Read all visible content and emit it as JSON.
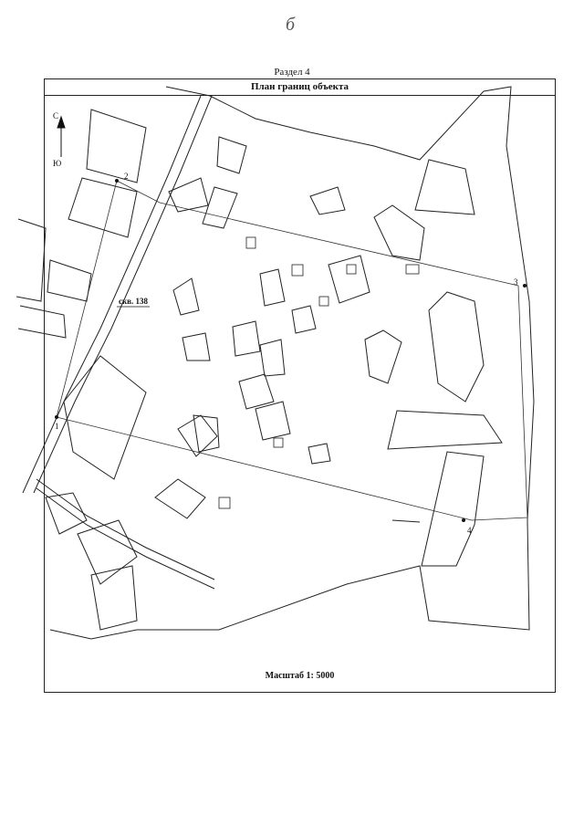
{
  "page_mark": "б",
  "section": "Раздел 4",
  "plan_title": "План границ объекта",
  "scale_label": "Масштаб 1: 5000",
  "compass": {
    "north": "С",
    "south": "Ю"
  },
  "well_label": "скв. 138",
  "points": [
    {
      "label": "1"
    },
    {
      "label": "2"
    },
    {
      "label": "3"
    },
    {
      "label": "4"
    }
  ]
}
